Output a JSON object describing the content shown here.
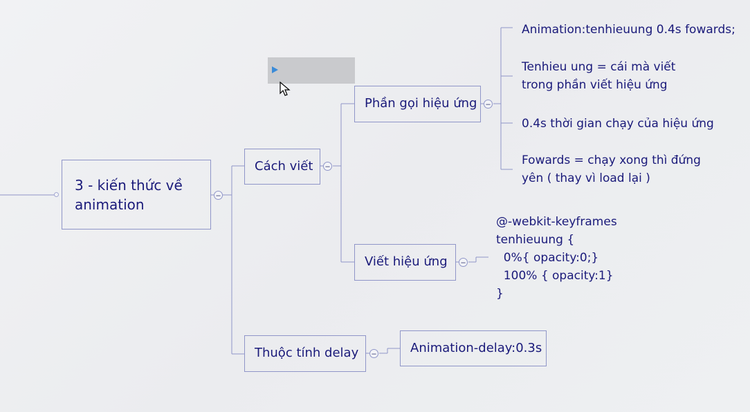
{
  "root": {
    "label": "3 - kiến thức về animation"
  },
  "branches": {
    "cach_viet": {
      "label": "Cách viết",
      "children": {
        "phan_goi": {
          "label": "Phần gọi hiệu ứng",
          "notes": [
            "Animation:tenhieuung 0.4s fowards;",
            "Tenhieu ung = cái mà viết\ntrong phần viết hiệu ứng",
            "0.4s thời gian chạy của hiệu ứng",
            "Fowards = chạy xong thì đứng\nyên ( thay vì load lại )"
          ]
        },
        "viet_hieu_ung": {
          "label": "Viết hiệu ứng",
          "code": "@-webkit-keyframes\ntenhieuung {\n  0%{ opacity:0;}\n  100% { opacity:1}\n}"
        }
      }
    },
    "thuoc_tinh_delay": {
      "label": "Thuộc tính delay",
      "child": "Animation-delay:0.3s"
    }
  },
  "collapse_symbol": "−",
  "colors": {
    "line": "#8f95c8",
    "text": "#1a1a7a",
    "edit_box": "#c9cacd",
    "play_icon": "#3a8bd8"
  }
}
